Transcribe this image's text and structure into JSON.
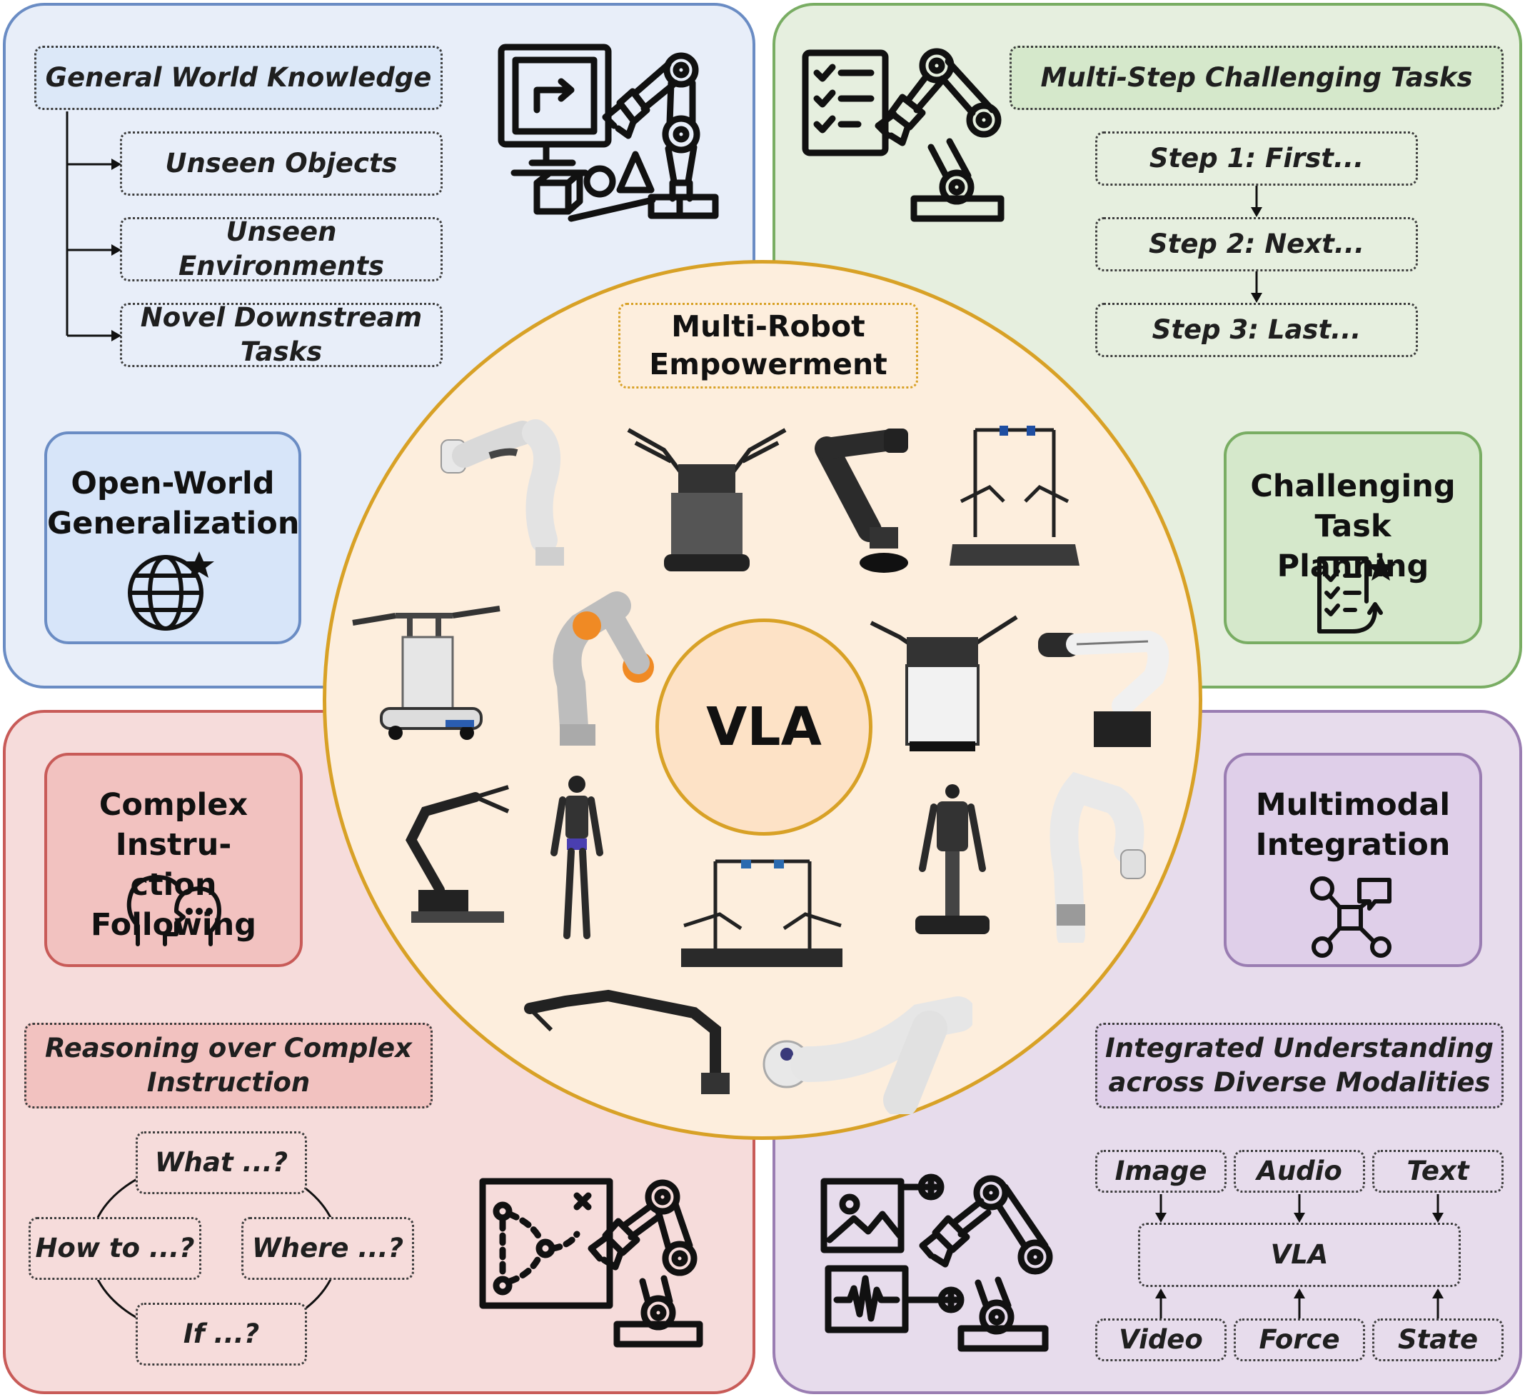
{
  "center": {
    "title": "VLA",
    "badge_line1": "Multi-Robot",
    "badge_line2": "Empowerment"
  },
  "top_left": {
    "header": "General World Knowledge",
    "items": [
      "Unseen Objects",
      "Unseen Environments",
      "Novel Downstream Tasks"
    ],
    "caption_line1": "Open-World",
    "caption_line2": "Generalization",
    "icon": "globe-star-icon",
    "color": "#6a8cc4"
  },
  "top_right": {
    "header": "Multi-Step Challenging Tasks",
    "steps": [
      "Step 1: First...",
      "Step 2: Next...",
      "Step 3: Last..."
    ],
    "caption_line1": "Challenging Task",
    "caption_line2": "Planning",
    "icon": "checklist-icon",
    "color": "#79ad63"
  },
  "bottom_left": {
    "header_line1": "Reasoning over Complex",
    "header_line2": "Instruction",
    "questions": [
      "What ...?",
      "How to ...?",
      "Where ...?",
      "If ...?"
    ],
    "caption_line1": "Complex Instru-",
    "caption_line2": "ction Following",
    "icon": "heads-dialogue-icon",
    "color": "#c85b58"
  },
  "bottom_right": {
    "header_line1": "Integrated Understanding",
    "header_line2": "across Diverse Modalities",
    "inputs_top": [
      "Image",
      "Audio",
      "Text"
    ],
    "core": "VLA",
    "inputs_bottom": [
      "Video",
      "Force",
      "State"
    ],
    "caption_line1": "Multimodal",
    "caption_line2": "Integration",
    "icon": "network-icon",
    "color": "#9a7db2"
  }
}
